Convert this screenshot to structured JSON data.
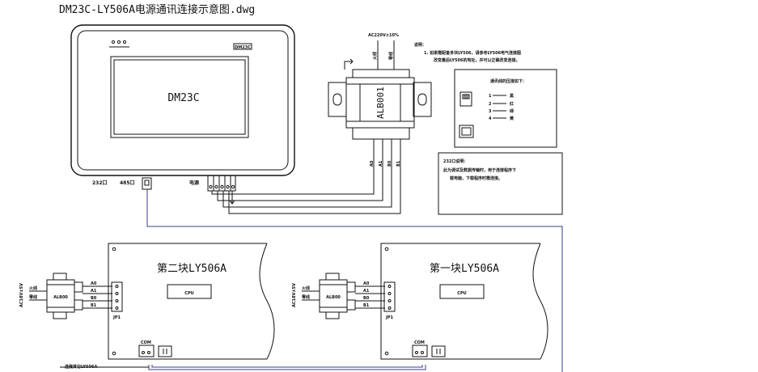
{
  "title": "DM23C-LY506A电源通讯连接示意图.dwg",
  "hmi": {
    "label": "DM23C",
    "brand": "DM23C",
    "ports": [
      "232口",
      "485口",
      "电源"
    ]
  },
  "transformer": {
    "label": "ALB001",
    "supply": "AC220V±10%",
    "input_terms": [
      "火线",
      "零线"
    ],
    "output_terms": [
      "A0",
      "A1",
      "B0",
      "B1"
    ]
  },
  "notes": {
    "main_title": "说明：",
    "main_line1": "1. 如果需配备多块LY506，请参考LY506电气连接图",
    "main_line2": "改变最后LY506的地址，并可以正确改变连接。",
    "pinout_title": "通讯线的压接如下：",
    "pinout_rows": [
      {
        "num": "1",
        "color": "黑"
      },
      {
        "num": "2",
        "color": "红"
      },
      {
        "num": "3",
        "color": "绿"
      },
      {
        "num": "4",
        "color": "黄"
      }
    ],
    "port232_title": "232口说明：",
    "port232_line1": "此为调试及数据传输时，用于连接程序下",
    "port232_line2": "载电脑，下载程序时需连接。"
  },
  "boards": [
    {
      "name": "第二块LY506A",
      "cpu": "CPU",
      "jp": "JP1",
      "supply": "AC18V±5V",
      "lines": [
        "火线",
        "零线"
      ],
      "transformer": "ALB00",
      "terms": [
        "A0",
        "A1",
        "B0",
        "B1"
      ],
      "com": "COM"
    },
    {
      "name": "第一块LY506A",
      "cpu": "CPU",
      "jp": "JP1",
      "supply": "AC18V±5V",
      "lines": [
        "火线",
        "零线"
      ],
      "transformer": "ALB00",
      "terms": [
        "A0",
        "A1",
        "B0",
        "B1"
      ],
      "com": "COM"
    }
  ],
  "bottom_note": "连接其它LY506A",
  "colors": {
    "line": "#111111",
    "wire": "#3b3b8f",
    "background": "#ffffff"
  }
}
